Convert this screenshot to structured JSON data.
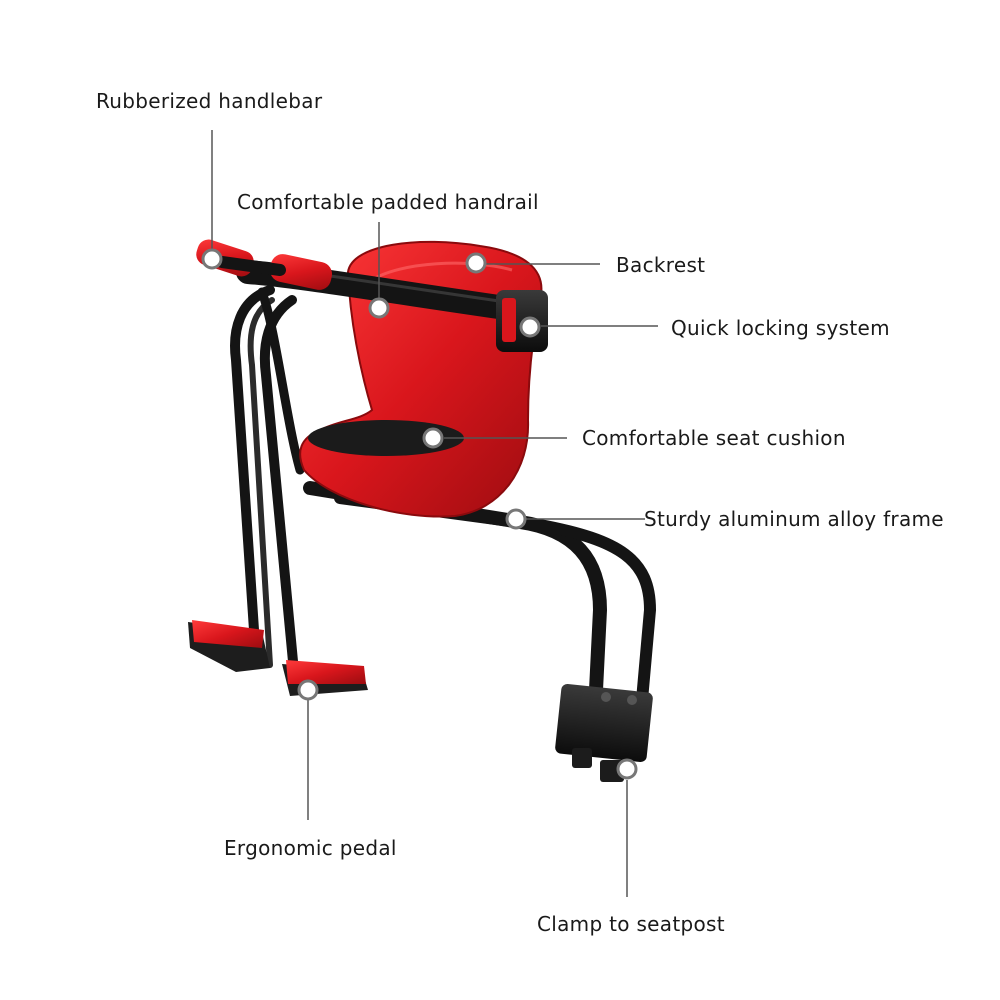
{
  "callouts": {
    "handlebar": "Rubberized handlebar",
    "handrail": "Comfortable padded handrail",
    "backrest": "Backrest",
    "locking": "Quick locking system",
    "cushion": "Comfortable seat cushion",
    "frame": "Sturdy aluminum alloy frame",
    "pedal": "Ergonomic pedal",
    "clamp": "Clamp to seatpost"
  },
  "colors": {
    "seat_red": "#d9161c",
    "frame_black": "#141414",
    "leader_line": "#555555",
    "marker_fill": "#ffffff",
    "marker_ring": "#777777"
  }
}
